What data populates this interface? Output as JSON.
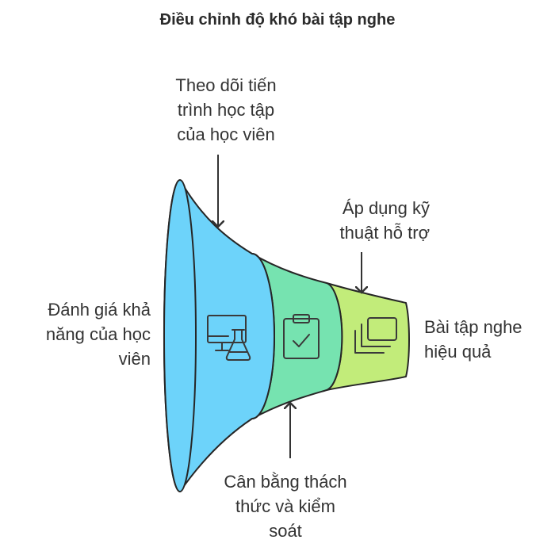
{
  "title": "Điều chỉnh độ khó bài tập nghe",
  "labels": {
    "assess": [
      "Đánh giá khả",
      "năng của học",
      "viên"
    ],
    "track": [
      "Theo dõi tiến",
      "trình học tập",
      "của học viên"
    ],
    "balance": [
      "Cân bằng thách",
      "thức và kiểm",
      "soát"
    ],
    "support": [
      "Áp dụng kỹ",
      "thuật hỗ trợ"
    ],
    "result": [
      "Bài tập nghe",
      "hiệu quả"
    ]
  },
  "icons": [
    "computer-lab-icon",
    "clipboard-check-icon",
    "layers-icon"
  ],
  "colors": {
    "stage1": "#6DD3FA",
    "stage2": "#76E3B0",
    "stage3": "#C2EC7A",
    "outline": "#262626"
  }
}
